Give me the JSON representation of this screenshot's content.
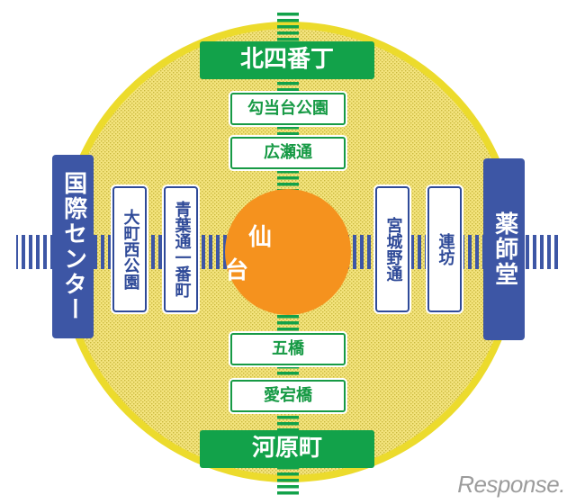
{
  "hub": {
    "label": "仙 台"
  },
  "colors": {
    "circle_fill": "#f3e27c",
    "circle_border": "#ecdb2c",
    "hub_fill": "#f5921e",
    "ns_line": "#12a24a",
    "ew_line": "#3d56a5"
  },
  "lines": {
    "north_south": {
      "north_terminal": "北四番丁",
      "north_stations": [
        "勾当台公園",
        "広瀬通"
      ],
      "south_stations": [
        "五橋",
        "愛宕橋"
      ],
      "south_terminal": "河原町"
    },
    "east_west": {
      "west_terminal": "国際センター",
      "west_stations": [
        "大町西公園",
        "青葉通一番町"
      ],
      "east_stations": [
        "宮城野通",
        "連坊"
      ],
      "east_terminal": "薬師堂"
    }
  },
  "watermark": "Response."
}
